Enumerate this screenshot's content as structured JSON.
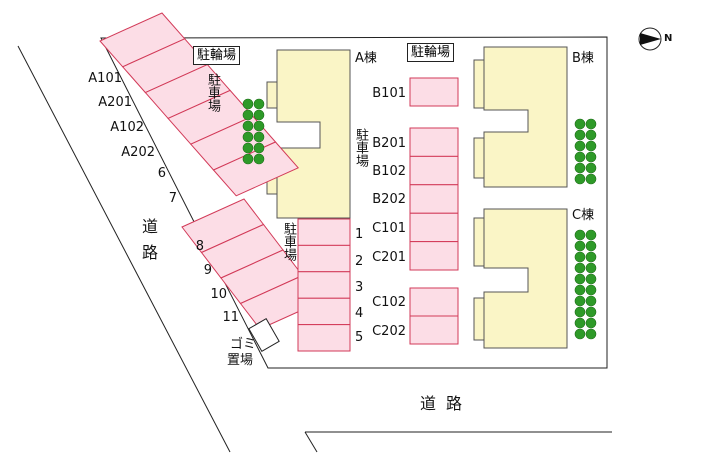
{
  "compass": {
    "letter": "N",
    "icon": "north-arrow-icon"
  },
  "roads": {
    "west": "道路",
    "south": "道路"
  },
  "buildings": [
    {
      "name": "A棟"
    },
    {
      "name": "B棟"
    },
    {
      "name": "C棟"
    }
  ],
  "bike_parking": [
    "駐輪場",
    "駐輪場"
  ],
  "parking_labels": [
    "駐車場",
    "駐車場",
    "駐車場"
  ],
  "garbage": [
    "ゴミ",
    "置場"
  ],
  "diagonal_row1": [
    "A101",
    "A201",
    "A102",
    "A202",
    "6",
    "7"
  ],
  "diagonal_row2": [
    "8",
    "9",
    "10",
    "11"
  ],
  "center_column": [
    "1",
    "2",
    "3",
    "4",
    "5"
  ],
  "east_top": [
    "B101"
  ],
  "east_middle": [
    "B201",
    "B102",
    "B202",
    "C101",
    "C201"
  ],
  "east_bottom": [
    "C102",
    "C202"
  ],
  "colors": {
    "parking_fill": "#fcdde6",
    "parking_stroke": "#d23a58",
    "building_fill": "#faf5c6",
    "tree": "#2e9a28",
    "line": "#222222"
  }
}
